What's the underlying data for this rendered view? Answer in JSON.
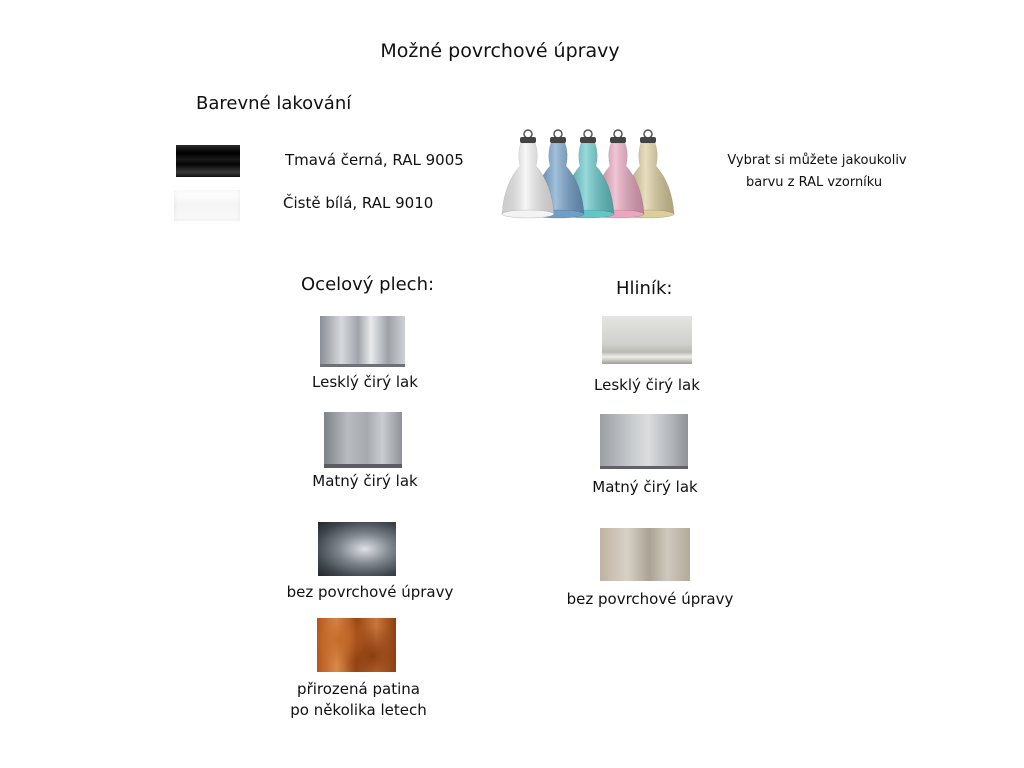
{
  "title": "Možné povrchové úpravy",
  "painting": {
    "heading": "Barevné lakování",
    "options": [
      {
        "label": "Tmavá černá, RAL 9005",
        "color": "#000000"
      },
      {
        "label": "Čistě bílá, RAL 9010",
        "color": "#f7f7f7"
      }
    ],
    "note_line1": "Vybrat si můžete jakoukoliv",
    "note_line2": "barvu z RAL vzorníku",
    "lamp_colors": [
      "#f3f3f3",
      "#6f9ec9",
      "#62c6c9",
      "#e9a6be",
      "#dccd9c"
    ]
  },
  "steel": {
    "heading": "Ocelový plech:",
    "items": [
      {
        "label": "Lesklý čirý lak"
      },
      {
        "label": "Matný čirý lak"
      },
      {
        "label": "bez povrchové úpravy"
      },
      {
        "label_line1": "přirozená patina",
        "label_line2": "po několika letech"
      }
    ]
  },
  "aluminium": {
    "heading": "Hliník:",
    "items": [
      {
        "label": "Lesklý čirý lak"
      },
      {
        "label": "Matný čirý lak"
      },
      {
        "label": "bez povrchové úpravy"
      }
    ]
  }
}
